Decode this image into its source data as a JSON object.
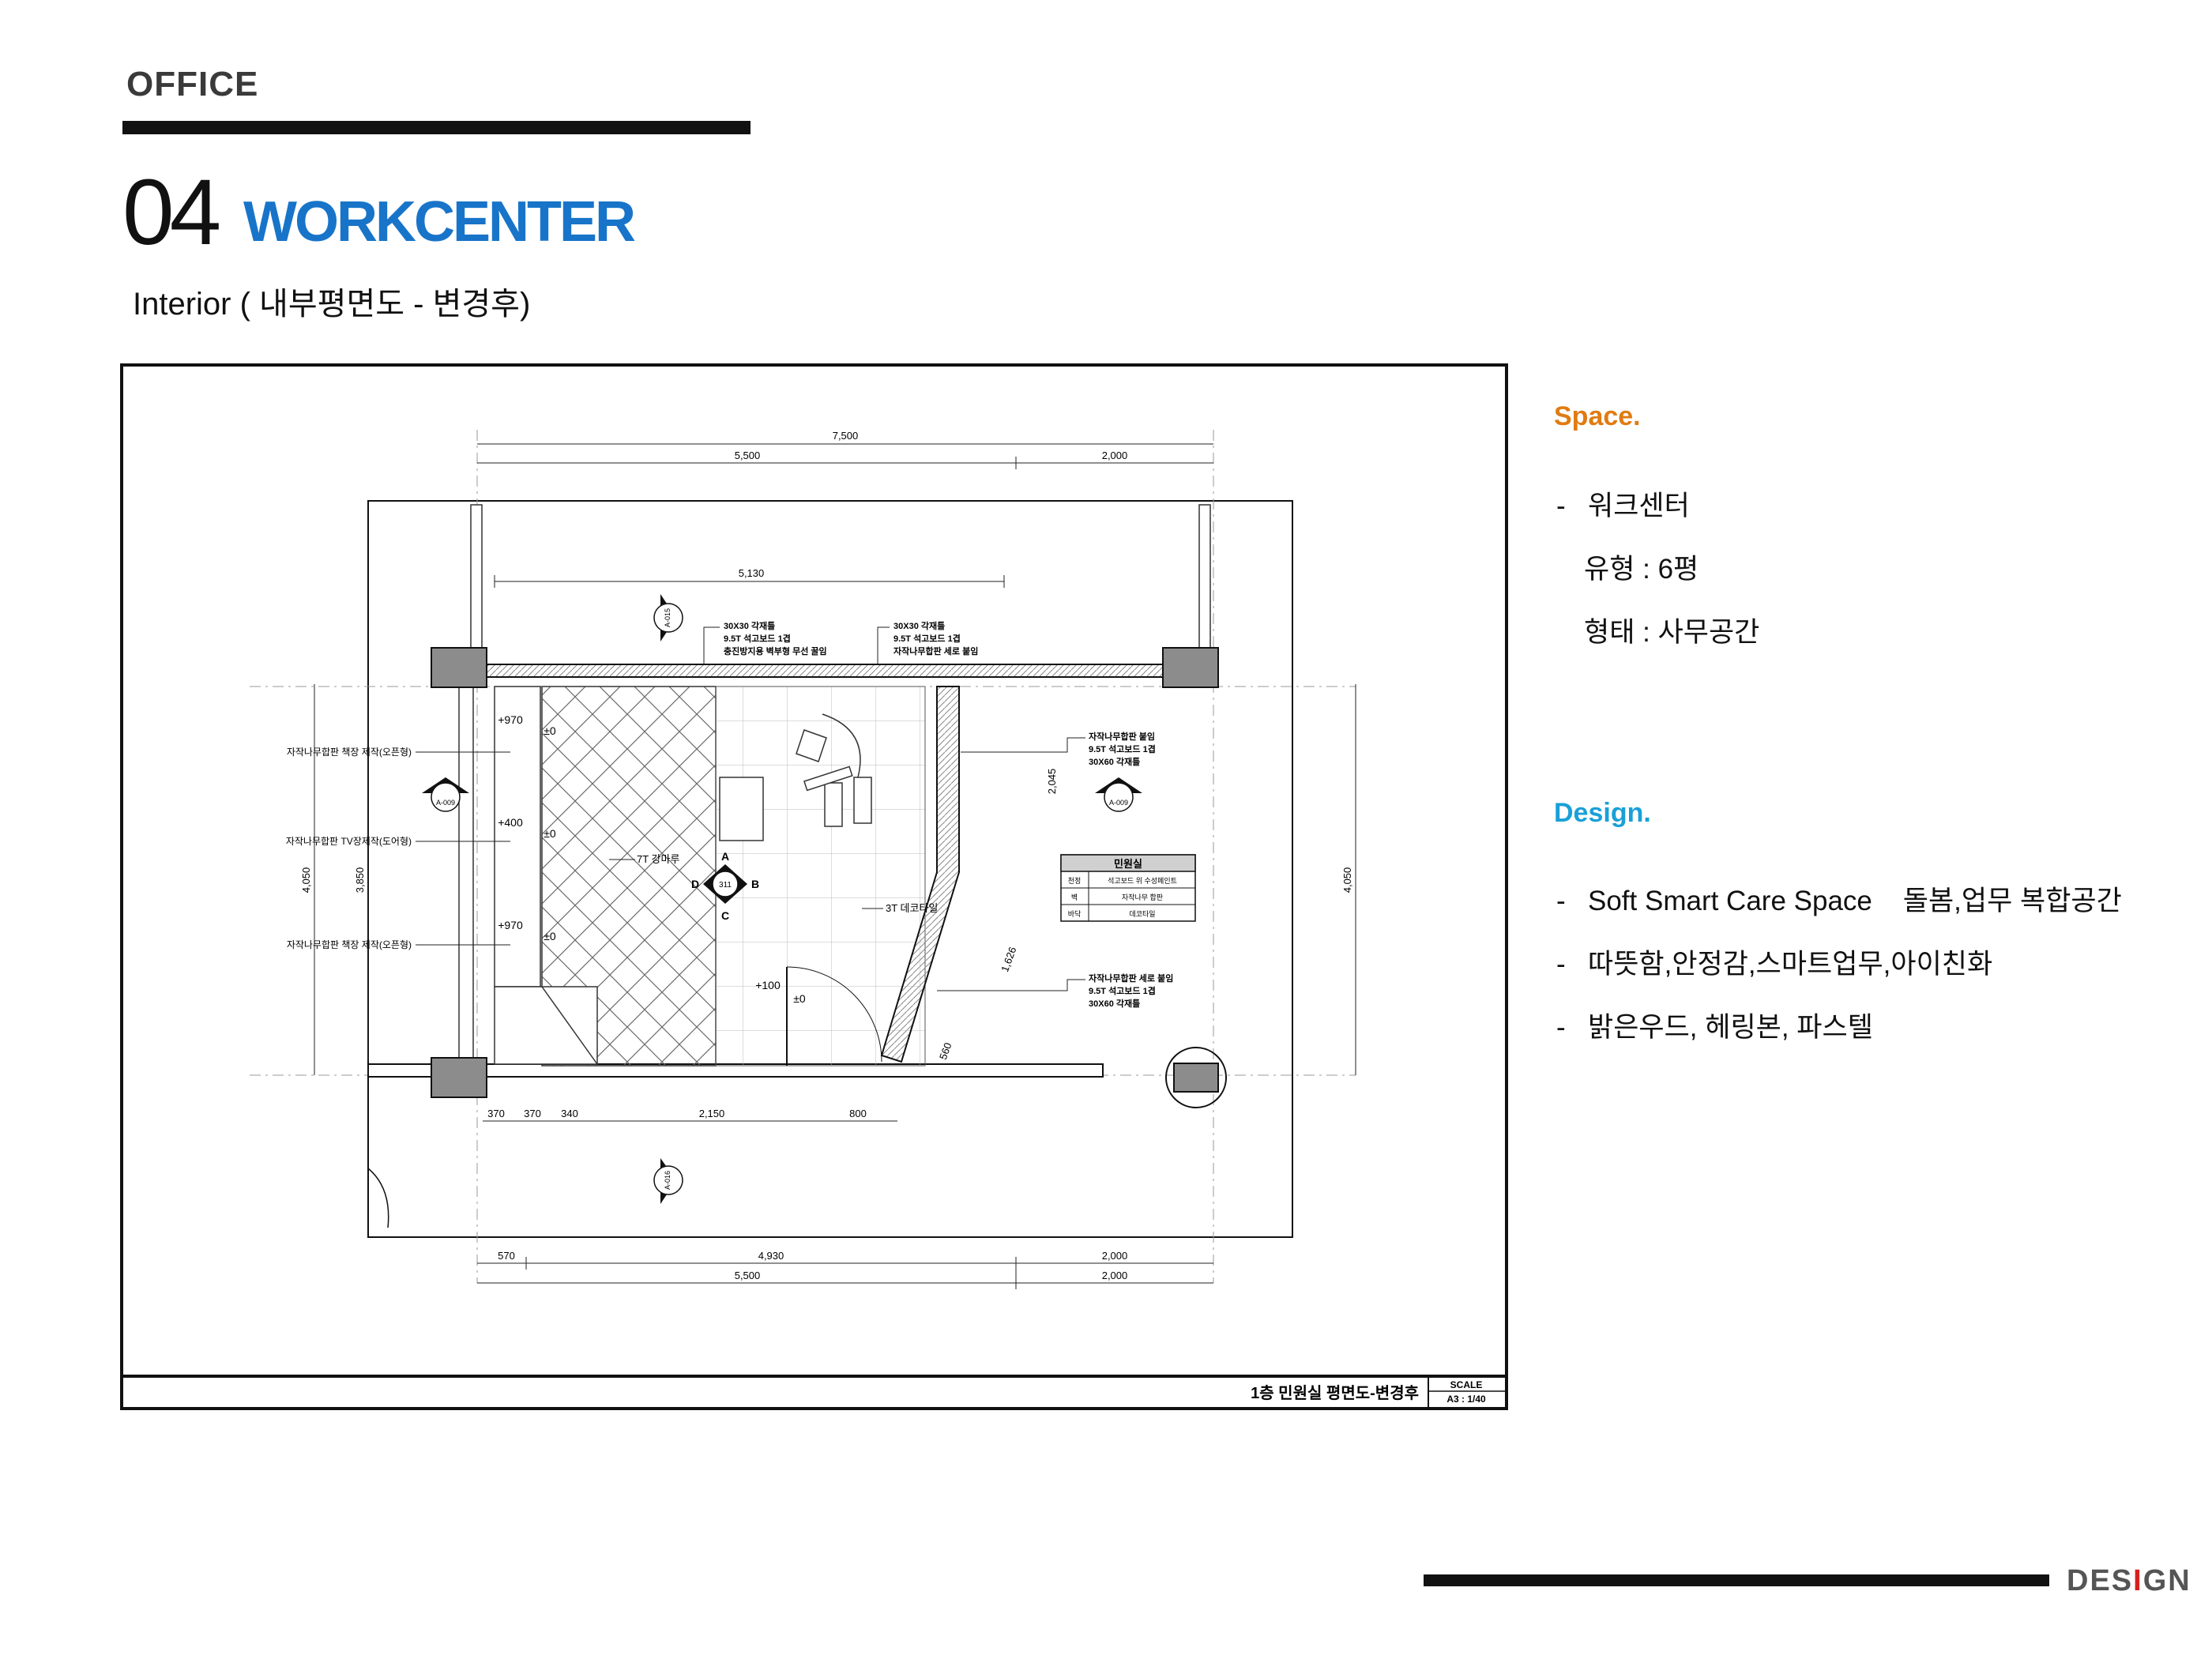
{
  "header": {
    "section": "OFFICE",
    "number": "04",
    "title": "WORKCENTER",
    "subtitle": "Interior ( 내부평면도 - 변경후)"
  },
  "drawing": {
    "dims_top": [
      "7,500",
      "5,500",
      "2,000",
      "5,130"
    ],
    "dims_bottom_row1": [
      "370",
      "370",
      "340",
      "2,150",
      "800"
    ],
    "dims_bottom_row2": [
      "570",
      "4,930",
      "2,000"
    ],
    "dims_bottom_row3": [
      "5,500",
      "2,000"
    ],
    "dims_left": [
      "4,050",
      "3,850"
    ],
    "dims_right": "4,050",
    "dims_inner": [
      "2,045",
      "1,626",
      "560"
    ],
    "levels": [
      "+970",
      "±0",
      "+400",
      "±0",
      "+970",
      "±0",
      "+100",
      "±0"
    ],
    "callouts_left": [
      "자작나무합판 책장 제작(오픈형)",
      "자작나무합판 TV장제작(도어형)",
      "자작나무합판 책장 제작(오픈형)"
    ],
    "note_a": [
      "30X30 각재틀",
      "9.5T 석고보드 1겹",
      "충진방지용 벽부형 무선 꿀임"
    ],
    "note_b": [
      "30X30 각재틀",
      "9.5T 석고보드 1겹",
      "자작나무합판 세로 붙임"
    ],
    "note_c": [
      "자작나무합판 붙임",
      "9.5T 석고보드 1겹",
      "30X60 각재틀"
    ],
    "note_d": [
      "자작나무합판 세로 붙임",
      "9.5T 석고보드 1겹",
      "30X60 각재틀"
    ],
    "floor_labels": [
      "7T 강마루",
      "3T 데코타일"
    ],
    "elev_marker": [
      "A",
      "B",
      "C",
      "D",
      "311"
    ],
    "section_marker_refs": [
      "A-015",
      "A-009",
      "A-009",
      "A-016"
    ],
    "room_table": {
      "title": "민원실",
      "rows": [
        [
          "천정",
          "석고보드 위 수성페인트"
        ],
        [
          "벽",
          "자작나무 합판"
        ],
        [
          "바닥",
          "데코타일"
        ]
      ]
    },
    "title_block": "1층 민원실 평면도-변경후",
    "scale_label": "SCALE",
    "scale_value": "A3 : 1/40"
  },
  "space": {
    "heading": "Space.",
    "item1": "워크센터",
    "item2": "유형 : 6평",
    "item3": "형태 : 사무공간"
  },
  "design": {
    "heading": "Design.",
    "item1": "Soft Smart Care Space    돌봄,업무 복합공간",
    "item2": "따뜻함,안정감,스마트업무,아이친화",
    "item3": "밝은우드, 헤링본, 파스텔"
  },
  "footer": {
    "brand_a": "DES",
    "brand_b": "I",
    "brand_c": "GN"
  },
  "colors": {
    "title_blue": "#1874c9",
    "space_orange": "#e07b13",
    "design_cyan": "#1aa0d8",
    "accent_red": "#d62020"
  }
}
